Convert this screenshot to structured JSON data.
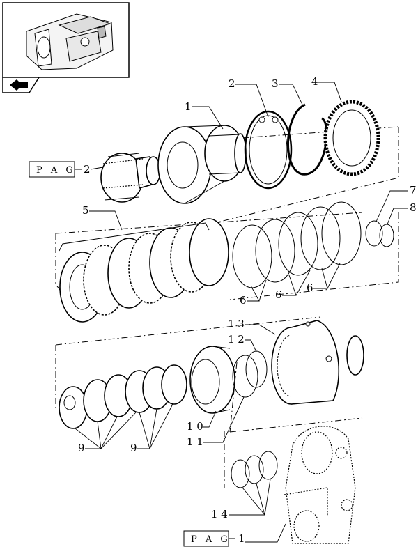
{
  "thumbnail": {
    "icon": "transmission-housing-icon",
    "nav_icon": "arrow-left-icon"
  },
  "references": [
    {
      "prefix": "P A G",
      "page": "2"
    },
    {
      "prefix": "P A G",
      "page": "1"
    }
  ],
  "callouts": {
    "c1": "1",
    "c2": "2",
    "c3": "3",
    "c4": "4",
    "c5": "5",
    "c6a": "6",
    "c6b": "6",
    "c6c": "6",
    "c7": "7",
    "c8": "8",
    "c9a": "9",
    "c9b": "9",
    "c10": "1 0",
    "c11": "1 1",
    "c12": "1 2",
    "c13": "1 3",
    "c14": "1 4"
  }
}
